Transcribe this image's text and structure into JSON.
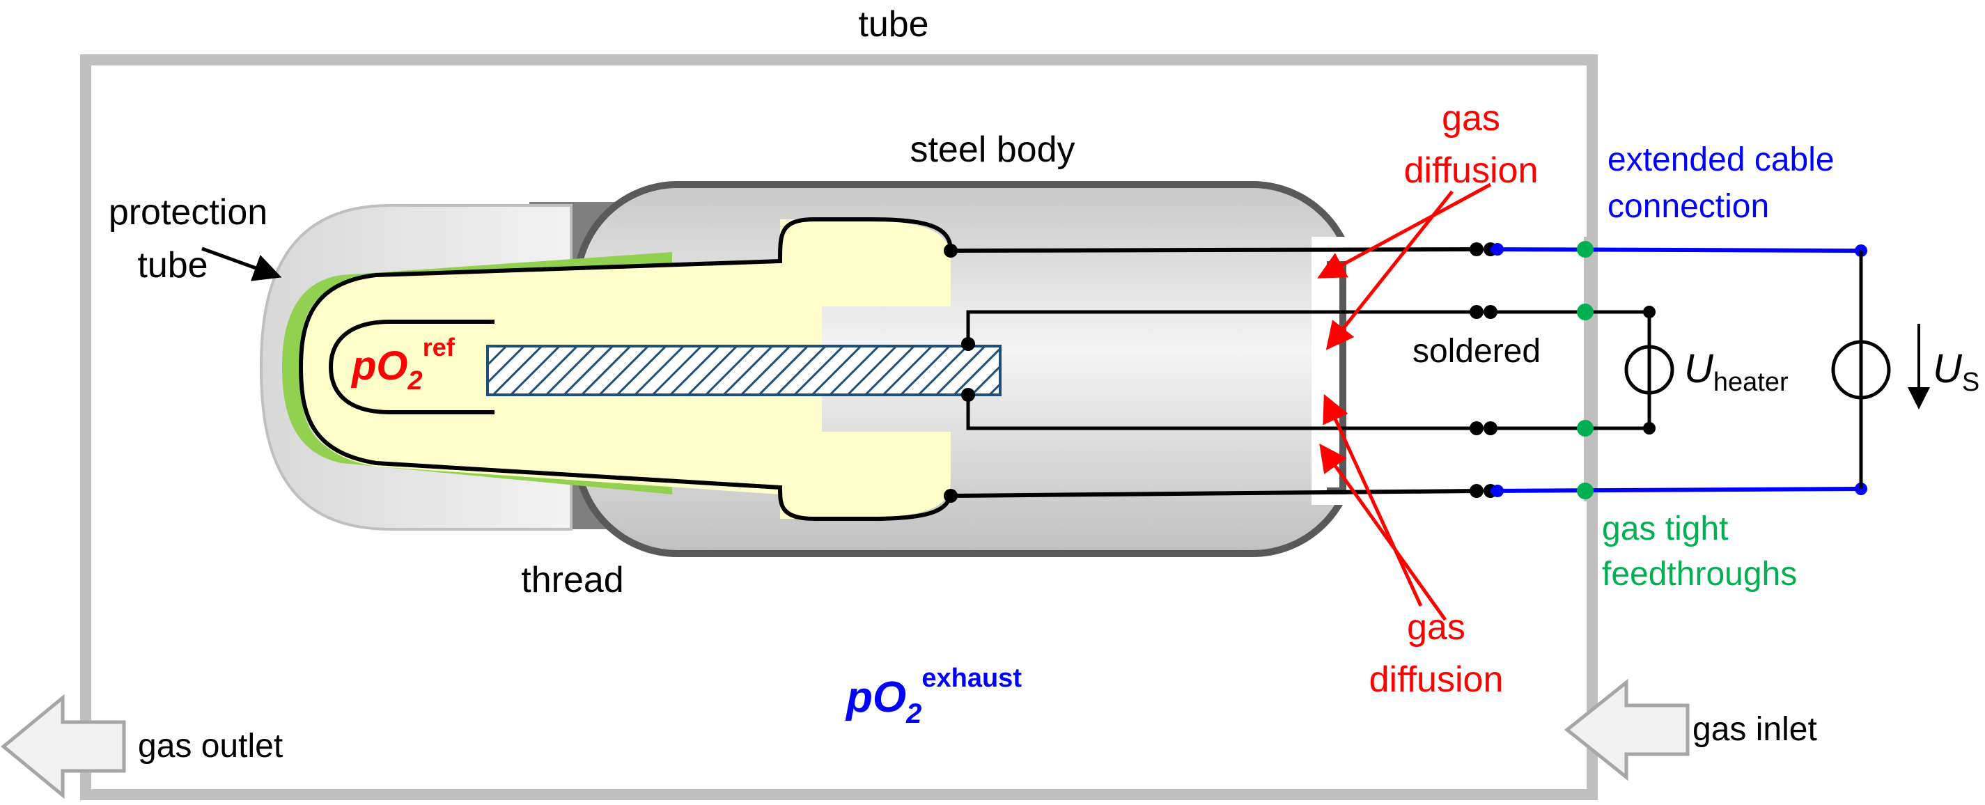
{
  "labels": {
    "tube": "tube",
    "steel_body": "steel body",
    "protection_tube_line1": "protection",
    "protection_tube_line2": "tube",
    "thread": "thread",
    "gas_diffusion_top_line1": "gas",
    "gas_diffusion_top_line2": "diffusion",
    "gas_diffusion_bottom_line1": "gas",
    "gas_diffusion_bottom_line2": "diffusion",
    "extended_cable_line1": "extended cable",
    "extended_cable_line2": "connection",
    "soldered": "soldered",
    "u_heater_main": "U",
    "u_heater_sub": "heater",
    "u_s_main": "U",
    "u_s_sub": "S",
    "gas_tight_line1": "gas tight",
    "gas_tight_line2": "feedthroughs",
    "po2_ref_main": "pO",
    "po2_ref_sub": "2",
    "po2_ref_sup": "ref",
    "po2_exhaust_main": "pO",
    "po2_exhaust_sub": "2",
    "po2_exhaust_sup": "exhaust",
    "gas_outlet": "gas outlet",
    "gas_inlet": "gas inlet"
  },
  "colors": {
    "red": "#ff0000",
    "blue": "#0000ff",
    "green": "#00b050",
    "black": "#000000",
    "tube_gray": "#bfbfbf",
    "steel_body_stroke": "#595959",
    "electrolyte": "#ffffcc",
    "protection_green": "#92d050",
    "heater_blue": "#1f4e79"
  }
}
